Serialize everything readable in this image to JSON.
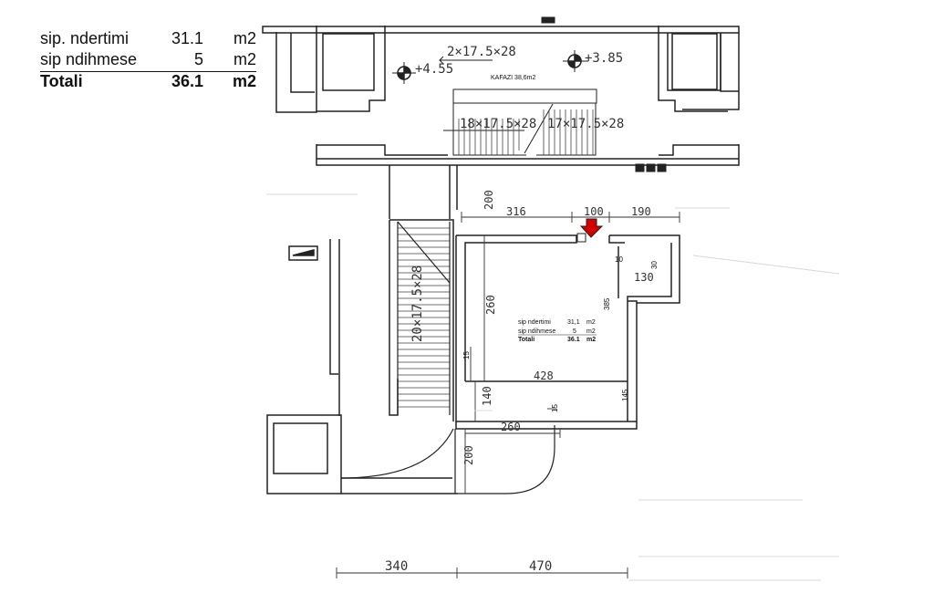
{
  "area_table": {
    "rows": [
      {
        "label": "sip. ndertimi",
        "value": "31.1",
        "unit": "m2"
      },
      {
        "label": "sip ndihmese",
        "value": "5",
        "unit": "m2"
      },
      {
        "label": "Totali",
        "value": "36.1",
        "unit": "m2"
      }
    ]
  },
  "upper_plan": {
    "stair_top": "2×17.5×28",
    "level_left": "+4.55",
    "level_right": "+3.85",
    "room_label": "KAFAZI 38,6m2",
    "stair_left": "18×17.5×28",
    "stair_right": "17×17.5×28"
  },
  "lower_plan": {
    "stair_vertical": "20×17.5×28",
    "dims": {
      "d200_top": "200",
      "d316": "316",
      "d100": "100",
      "d190": "190",
      "d260_v": "260",
      "d428": "428",
      "d140": "140",
      "d260_h": "260",
      "d200_bottom": "200",
      "d15_a": "15",
      "d15_b": "15",
      "d130": "130",
      "d30": "30",
      "d10": "10",
      "d385": "385",
      "d145": "145"
    },
    "inner_table": [
      {
        "label": "sip ndertimi",
        "value": "31,1",
        "unit": "m2"
      },
      {
        "label": "sip ndihmese",
        "value": "5",
        "unit": "m2"
      },
      {
        "label": "Totali",
        "value": "36.1",
        "unit": "m2"
      }
    ]
  },
  "bottom_dims": {
    "left": "340",
    "right": "470"
  },
  "colors": {
    "marker": "#d40000",
    "line": "#222222"
  }
}
